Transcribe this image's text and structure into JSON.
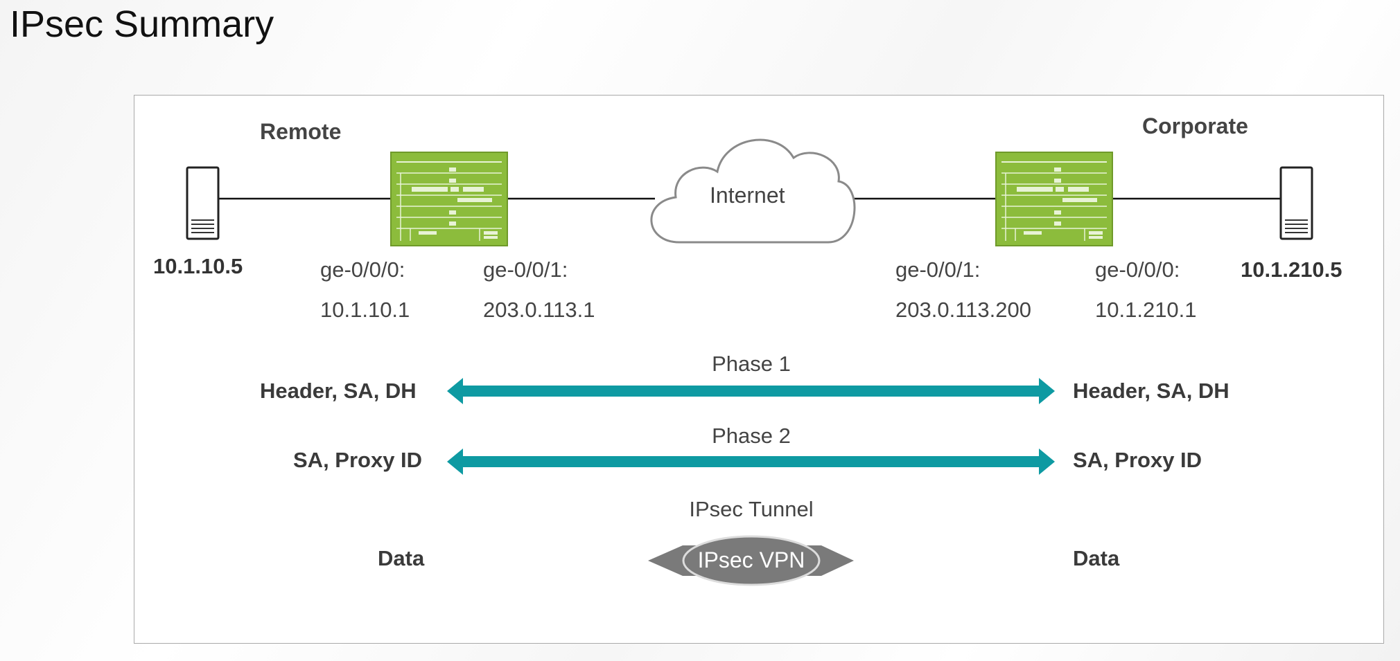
{
  "title": "IPsec Summary",
  "sites": {
    "left": "Remote",
    "right": "Corporate"
  },
  "hosts": {
    "left_ip": "10.1.10.5",
    "right_ip": "10.1.210.5"
  },
  "internet_label": "Internet",
  "interfaces": {
    "remote_ge000_name": "ge-0/0/0:",
    "remote_ge000_ip": "10.1.10.1",
    "remote_ge001_name": "ge-0/0/1:",
    "remote_ge001_ip": "203.0.113.1",
    "corp_ge001_name": "ge-0/0/1:",
    "corp_ge001_ip": "203.0.113.200",
    "corp_ge000_name": "ge-0/0/0:",
    "corp_ge000_ip": "10.1.210.1"
  },
  "phase1": {
    "label": "Phase 1",
    "left": "Header, SA, DH",
    "right": "Header, SA, DH"
  },
  "phase2": {
    "label": "Phase 2",
    "left": "SA, Proxy ID",
    "right": "SA, Proxy ID"
  },
  "tunnel": {
    "label": "IPsec Tunnel",
    "vpn_label": "IPsec VPN",
    "left": "Data",
    "right": "Data"
  },
  "colors": {
    "arrow": "#0e9aa2",
    "device": "#8cbc3c",
    "vpn": "#7a7a7a"
  },
  "icons": [
    "server-icon",
    "router-icon",
    "cloud-icon",
    "double-arrow-icon",
    "vpn-tunnel-icon"
  ]
}
